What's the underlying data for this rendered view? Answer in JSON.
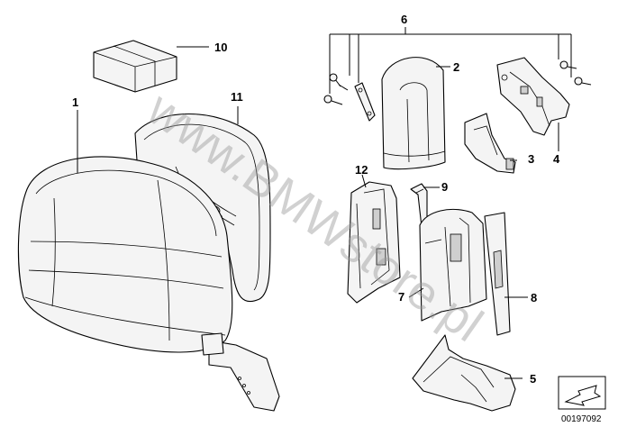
{
  "diagram": {
    "diagram_id": "00197092",
    "watermark": "www.BMWstore.pl",
    "callouts": {
      "p1": "1",
      "p2": "2",
      "p3": "3",
      "p4": "4",
      "p5": "5",
      "p6": "6",
      "p7": "7",
      "p8": "8",
      "p9": "9",
      "p10": "10",
      "p11": "11",
      "p12": "12"
    }
  }
}
